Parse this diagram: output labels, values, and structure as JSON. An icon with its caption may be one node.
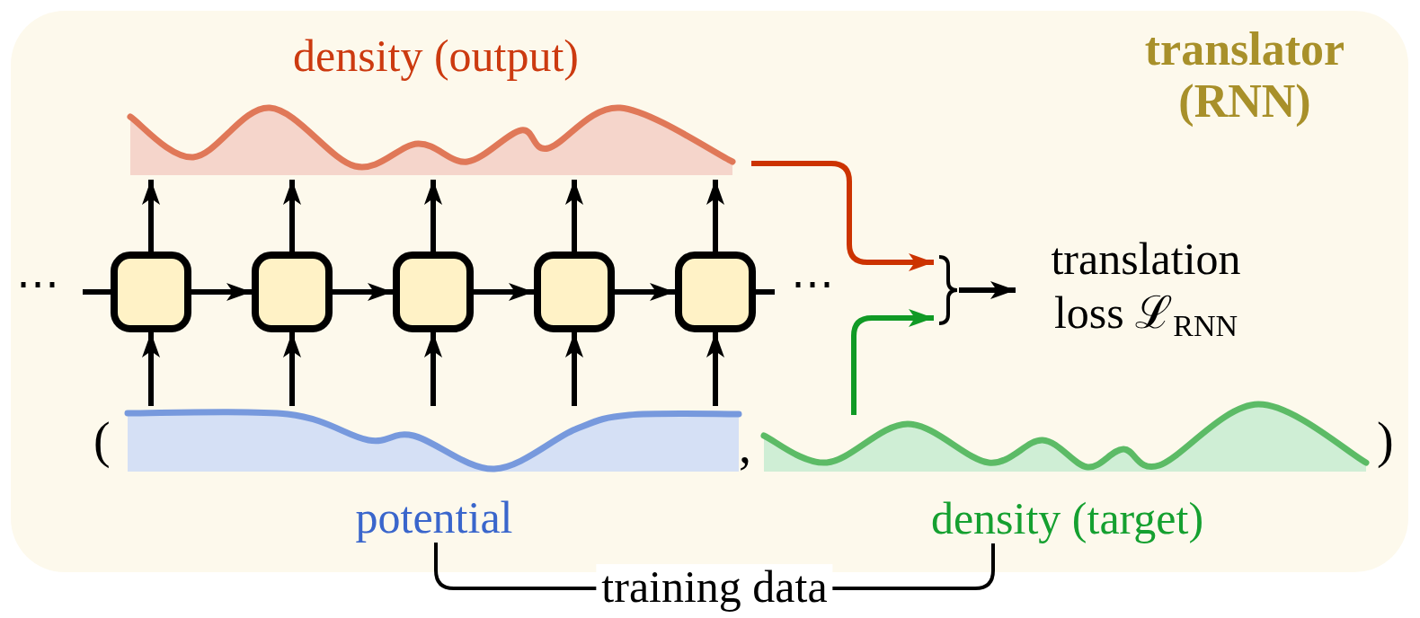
{
  "diagram": {
    "nodes": [
      {
        "text": [
          "translator (RNN)"
        ]
      },
      {
        "text": [
          "density (output)"
        ],
        "in": 0
      },
      {
        "text": [],
        "shape": "box",
        "in": 0
      },
      {
        "text": [],
        "shape": "box",
        "in": 0
      },
      {
        "text": [],
        "shape": "box",
        "in": 0
      },
      {
        "text": [],
        "shape": "box",
        "in": 0
      },
      {
        "text": [],
        "shape": "box",
        "in": 0
      },
      {
        "text": [
          "potential"
        ],
        "in": 0
      },
      {
        "text": [
          "density (target)"
        ],
        "in": 0
      },
      {
        "text": [],
        "shape": "brace",
        "in": 0
      },
      {
        "text": [
          "translation loss ℒ$_{RNN}$"
        ],
        "in": 0
      }
    ],
    "edges": [
      {
        "from": null,
        "to": 2,
        "arrow": "none"
      },
      {
        "from": 2,
        "to": 3,
        "arrow": "to"
      },
      {
        "from": 3,
        "to": 4,
        "arrow": "to"
      },
      {
        "from": 4,
        "to": 5,
        "arrow": "to"
      },
      {
        "from": 5,
        "to": 6,
        "arrow": "to"
      },
      {
        "from": 6,
        "to": null,
        "arrow": "none"
      },
      {
        "from": 7,
        "to": 2,
        "arrow": "to"
      },
      {
        "from": 7,
        "to": 3,
        "arrow": "to"
      },
      {
        "from": 7,
        "to": 4,
        "arrow": "to"
      },
      {
        "from": 7,
        "to": 5,
        "arrow": "to"
      },
      {
        "from": 7,
        "to": 6,
        "arrow": "to"
      },
      {
        "from": 2,
        "to": 1,
        "arrow": "to"
      },
      {
        "from": 3,
        "to": 1,
        "arrow": "to"
      },
      {
        "from": 4,
        "to": 1,
        "arrow": "to"
      },
      {
        "from": 5,
        "to": 1,
        "arrow": "to"
      },
      {
        "from": 6,
        "to": 1,
        "arrow": "to"
      },
      {
        "from": 1,
        "to": 9,
        "arrow": "to",
        "color": "#cc3300"
      },
      {
        "from": 8,
        "to": 9,
        "arrow": "to",
        "color": "#109a25"
      },
      {
        "from": 9,
        "to": 10,
        "arrow": "to"
      },
      {
        "from": 7,
        "to": 8,
        "arrow": "none",
        "label": "training data"
      }
    ],
    "labels": [
      "⋯",
      "⋯",
      "(",
      ",",
      ")"
    ]
  }
}
